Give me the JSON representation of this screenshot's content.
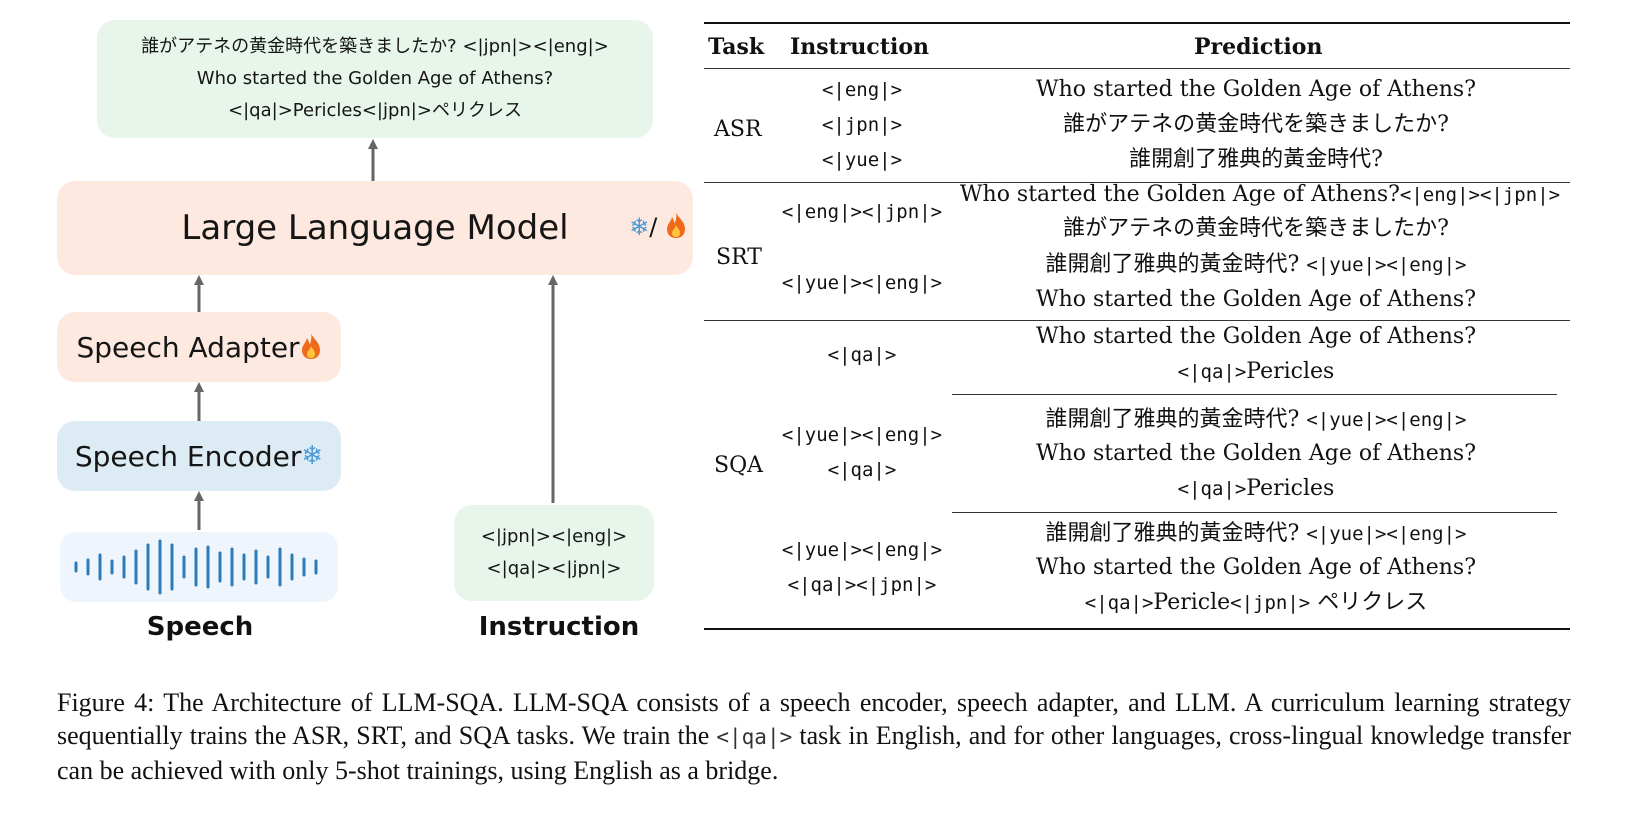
{
  "diagram": {
    "output_lines": [
      "誰がアテネの黄金時代を築きましたか? <|jpn|><|eng|>",
      "Who started the Golden Age of Athens?",
      "<|qa|>Pericles<|jpn|>ペリクレス"
    ],
    "llm_label": "Large Language Model",
    "llm_icon_frozen": "snowflake-icon",
    "llm_icon_trainable": "fire-icon",
    "llm_icon_separator": "/",
    "adapter_label": "Speech Adapter",
    "adapter_icon": "fire-icon",
    "encoder_label": "Speech Encoder",
    "encoder_icon": "snowflake-icon",
    "instruction_lines": [
      "<|jpn|><|eng|>",
      "<|qa|><|jpn|>"
    ],
    "speech_caption": "Speech",
    "instruction_caption": "Instruction",
    "colors": {
      "output_box": "#e7f5ea",
      "llm_box": "#fde9e0",
      "adapter_box": "#fde9e0",
      "encoder_box": "#dcebf4",
      "wave_box": "#eef5fd",
      "waveform": "#2b7bb8",
      "arrow": "#666666",
      "snowflake": "#4a9ad6",
      "fire": "#f06a1c"
    }
  },
  "table": {
    "headers": {
      "task": "Task",
      "instruction": "Instruction",
      "prediction": "Prediction"
    },
    "asr": {
      "task": "ASR",
      "rows": [
        {
          "instruction": "<|eng|>",
          "prediction": "Who started the Golden Age of Athens?"
        },
        {
          "instruction": "<|jpn|>",
          "prediction": "誰がアテネの黄金時代を築きましたか?"
        },
        {
          "instruction": "<|yue|>",
          "prediction": "誰開創了雅典的黃金時代?"
        }
      ]
    },
    "srt": {
      "task": "SRT",
      "instructions": [
        "<|eng|><|jpn|>",
        "<|yue|><|eng|>"
      ],
      "predictions": [
        {
          "text": "Who started the Golden Age of Athens?",
          "tokens": "<|eng|><|jpn|>"
        },
        {
          "text": "誰がアテネの黄金時代を築きましたか?",
          "tokens": ""
        },
        {
          "text": "誰開創了雅典的黃金時代? ",
          "tokens": "<|yue|><|eng|>"
        },
        {
          "text": "Who started the Golden Age of Athens?",
          "tokens": ""
        }
      ]
    },
    "sqa": {
      "task": "SQA",
      "groups": [
        {
          "instructions": [
            "<|qa|>"
          ],
          "predictions": [
            {
              "prefix": "",
              "text": "Who started the Golden Age of Athens?",
              "suffix": ""
            },
            {
              "prefix": "<|qa|>",
              "text": "Pericles",
              "suffix": ""
            }
          ]
        },
        {
          "instructions": [
            "<|yue|><|eng|>",
            "<|qa|>"
          ],
          "predictions": [
            {
              "prefix": "",
              "text": "誰開創了雅典的黃金時代? ",
              "suffix": "<|yue|><|eng|>"
            },
            {
              "prefix": "",
              "text": "Who started the Golden Age of Athens?",
              "suffix": ""
            },
            {
              "prefix": "<|qa|>",
              "text": "Pericles",
              "suffix": ""
            }
          ]
        },
        {
          "instructions": [
            "<|yue|><|eng|>",
            "<|qa|><|jpn|>"
          ],
          "predictions": [
            {
              "prefix": "",
              "text": "誰開創了雅典的黃金時代? ",
              "suffix": "<|yue|><|eng|>"
            },
            {
              "prefix": "",
              "text": "Who started the Golden Age of Athens?",
              "suffix": ""
            },
            {
              "prefix": "<|qa|>",
              "text": "Pericle",
              "suffix": "<|jpn|>",
              "tail": " ペリクレス"
            }
          ]
        }
      ]
    }
  },
  "caption": {
    "part1": "Figure 4: The Architecture of LLM-SQA. LLM-SQA consists of a speech encoder, speech adapter, and LLM. A curriculum learning strategy sequentially trains the ASR, SRT, and SQA tasks. We train the ",
    "token": "<|qa|>",
    "part2": " task in English, and for other languages, cross-lingual knowledge transfer can be achieved with only 5-shot trainings, using English as a bridge."
  }
}
